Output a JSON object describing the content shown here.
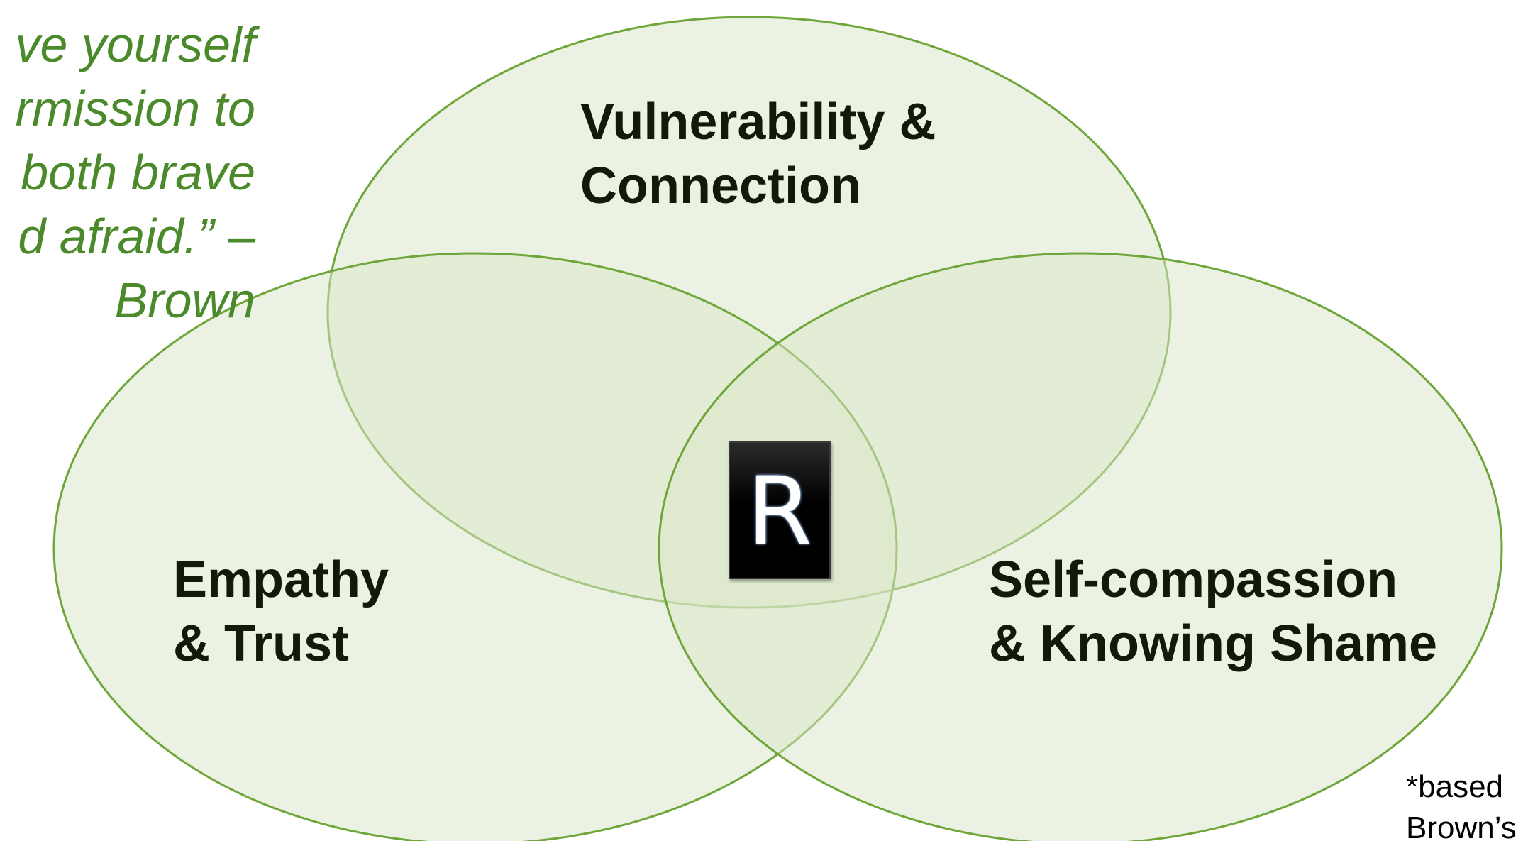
{
  "quote": {
    "lines": [
      "“Give yourself",
      "permission to",
      "be both brave",
      "and afraid.” –",
      "Brené Brown"
    ],
    "visible_lines": [
      "ve yourself",
      "rmission to",
      "both brave",
      "d afraid.” –",
      "Brown"
    ]
  },
  "circles": {
    "top": {
      "label_lines": [
        "Vulnerability &",
        "Connection"
      ]
    },
    "left": {
      "label_lines": [
        "Empathy",
        "& Trust"
      ]
    },
    "right": {
      "label_lines": [
        "Self-compassion",
        "& Knowing Shame"
      ]
    }
  },
  "center_badge": {
    "letter": "R"
  },
  "footnote": {
    "lines": [
      "*based",
      "Brown’s"
    ]
  },
  "colors": {
    "circle_fill": "#d9e6c8",
    "circle_stroke": "#6fa63a",
    "quote_text": "#4a8a2a",
    "label_text": "#111a0a"
  }
}
